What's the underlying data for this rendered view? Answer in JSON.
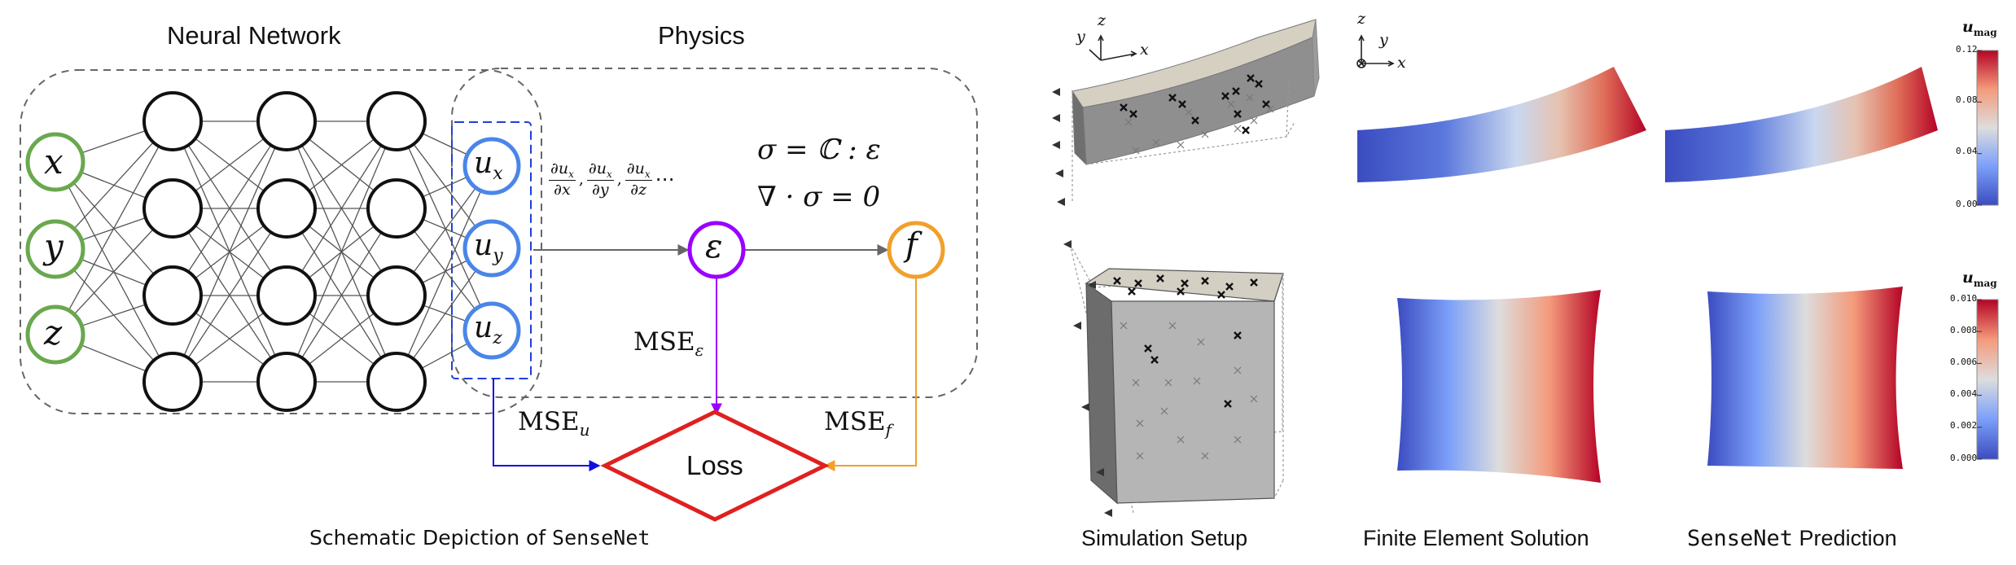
{
  "left_panel": {
    "header_network": "Neural Network",
    "header_physics": "Physics",
    "inputs": [
      "x",
      "y",
      "z"
    ],
    "outputs": [
      {
        "main": "u",
        "sub": "x"
      },
      {
        "main": "u",
        "sub": "y"
      },
      {
        "main": "u",
        "sub": "z"
      }
    ],
    "derivatives": [
      {
        "num": "∂u",
        "num_sub": "x",
        "den": "∂x"
      },
      {
        "num": "∂u",
        "num_sub": "x",
        "den": "∂y"
      },
      {
        "num": "∂u",
        "num_sub": "x",
        "den": "∂z"
      }
    ],
    "derivative_ellipsis": "⋯",
    "equation_constitutive": "σ = ℂ : ε",
    "equation_equilibrium": "∇ · σ = 0",
    "strain_node": "ε",
    "force_node": "f",
    "loss_label": "Loss",
    "mse_u": {
      "main": "MSE",
      "sub": "u"
    },
    "mse_eps": {
      "main": "MSE",
      "sub": "ε"
    },
    "mse_f": {
      "main": "MSE",
      "sub": "f"
    },
    "caption_prefix": "Schematic Depiction of ",
    "caption_code": "SenseNet"
  },
  "right_panel": {
    "captions": {
      "setup": "Simulation Setup",
      "fe": "Finite Element Solution",
      "pred_code": "SenseNet",
      "pred_suffix": " Prediction"
    },
    "axes_top_setup": {
      "z": "z",
      "y": "y",
      "x": "x"
    },
    "axes_top_fe": {
      "z": "z",
      "y": "y",
      "x": "x"
    },
    "colorbar_top": {
      "title_main": "u",
      "title_sub": "mag",
      "ticks": [
        "0.12",
        "0.08",
        "0.04",
        "0.00"
      ]
    },
    "colorbar_bottom": {
      "title_main": "u",
      "title_sub": "mag",
      "ticks": [
        "0.010",
        "0.008",
        "0.006",
        "0.004",
        "0.002",
        "0.000"
      ]
    }
  },
  "colors": {
    "input_green": "#6aa84f",
    "output_blue": "#4a86e8",
    "strain_purple": "#9900ff",
    "force_orange": "#f1a02b",
    "loss_red": "#e02020",
    "mse_u_blue": "#1010dd",
    "field_low": "#3b4cc0",
    "field_mid": "#dddddd",
    "field_high": "#b40426"
  }
}
